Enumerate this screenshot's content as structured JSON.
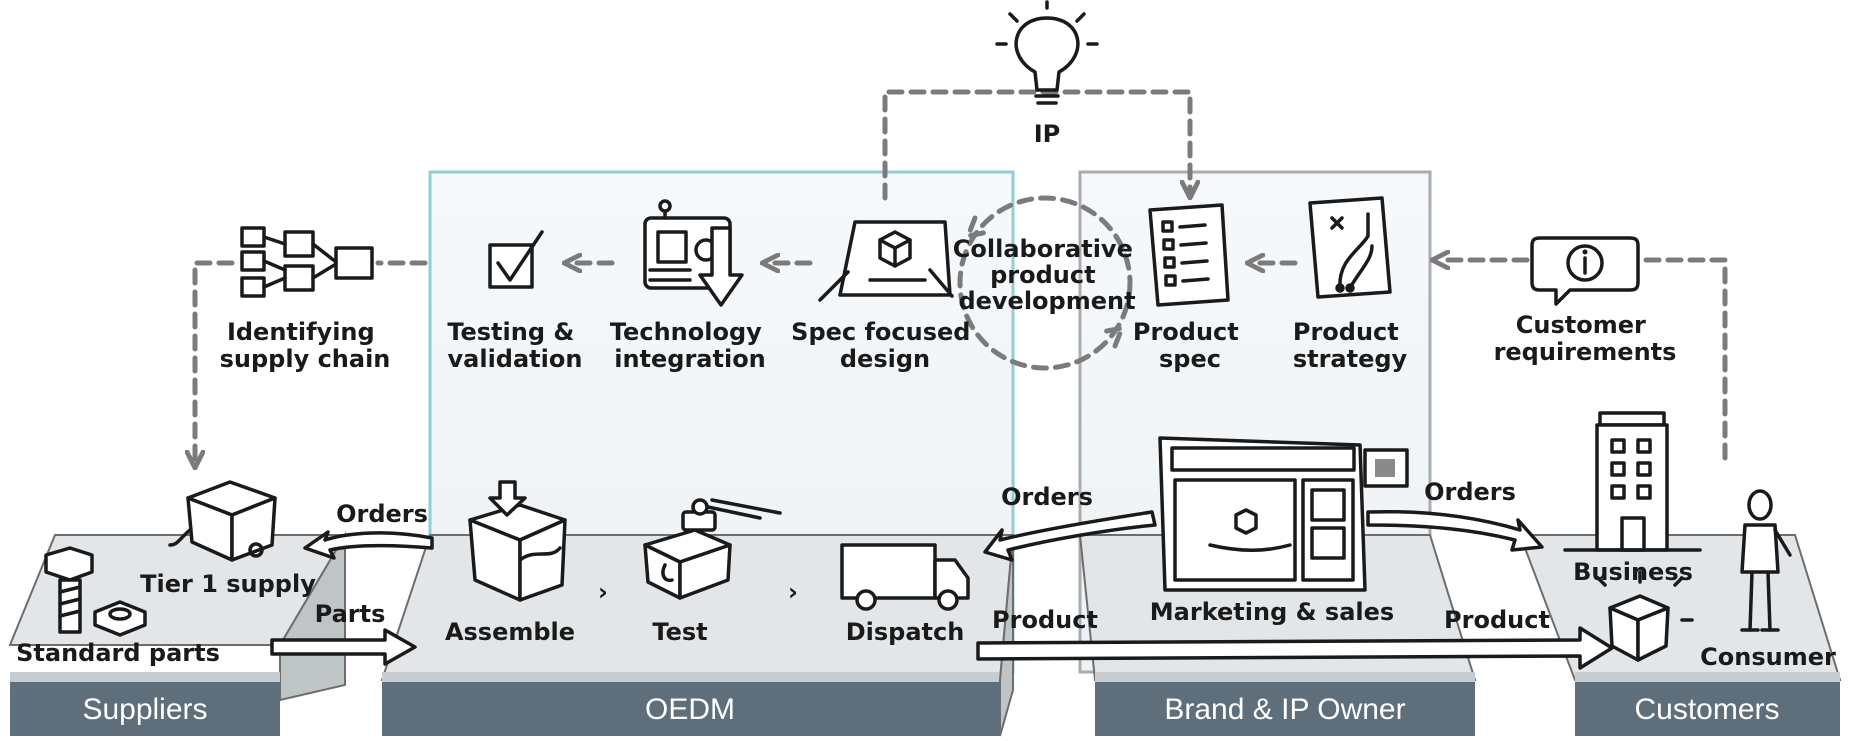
{
  "top": {
    "ip_label": "IP"
  },
  "sections": {
    "suppliers": "Suppliers",
    "oedm": "OEDM",
    "brand": "Brand & IP Owner",
    "customers": "Customers"
  },
  "top_row": {
    "identifying_supply_chain": [
      "Identifying",
      "supply chain"
    ],
    "testing_validation": [
      "Testing &",
      "validation"
    ],
    "technology_integration": [
      "Technology",
      "integration"
    ],
    "spec_focused_design": [
      "Spec focused",
      "design"
    ],
    "collaborative": [
      "Collaborative",
      "product",
      "development"
    ],
    "product_spec": [
      "Product",
      "spec"
    ],
    "product_strategy": [
      "Product",
      "strategy"
    ],
    "customer_requirements": [
      "Customer",
      "requirements"
    ]
  },
  "bottom_row": {
    "tier1_supply": "Tier 1 supply",
    "standard_parts": "Standard parts",
    "orders_left": "Orders",
    "parts": "Parts",
    "assemble": "Assemble",
    "test": "Test",
    "dispatch": "Dispatch",
    "orders_mid": "Orders",
    "orders_right": "Orders",
    "marketing_sales": "Marketing & sales",
    "product_left": "Product",
    "product_right": "Product",
    "business": "Business",
    "consumer": "Consumer"
  },
  "colors": {
    "band": "#5f6e7b",
    "oedm_border": "#8fcfd4",
    "brand_border": "#a9adb1",
    "panel_fill": "#f3f6f8",
    "dash": "#7b7b7b"
  },
  "icons": [
    "lightbulb-icon",
    "org-chart-icon",
    "checkbox-icon",
    "machine-icon",
    "blueprint-icon",
    "checklist-icon",
    "playbook-icon",
    "info-bubble-icon",
    "building-icon",
    "person-icon",
    "box-icon",
    "truck-icon",
    "stamp-icon",
    "storefront-icon",
    "bolt-icon",
    "nut-icon",
    "tier1-box-icon"
  ]
}
